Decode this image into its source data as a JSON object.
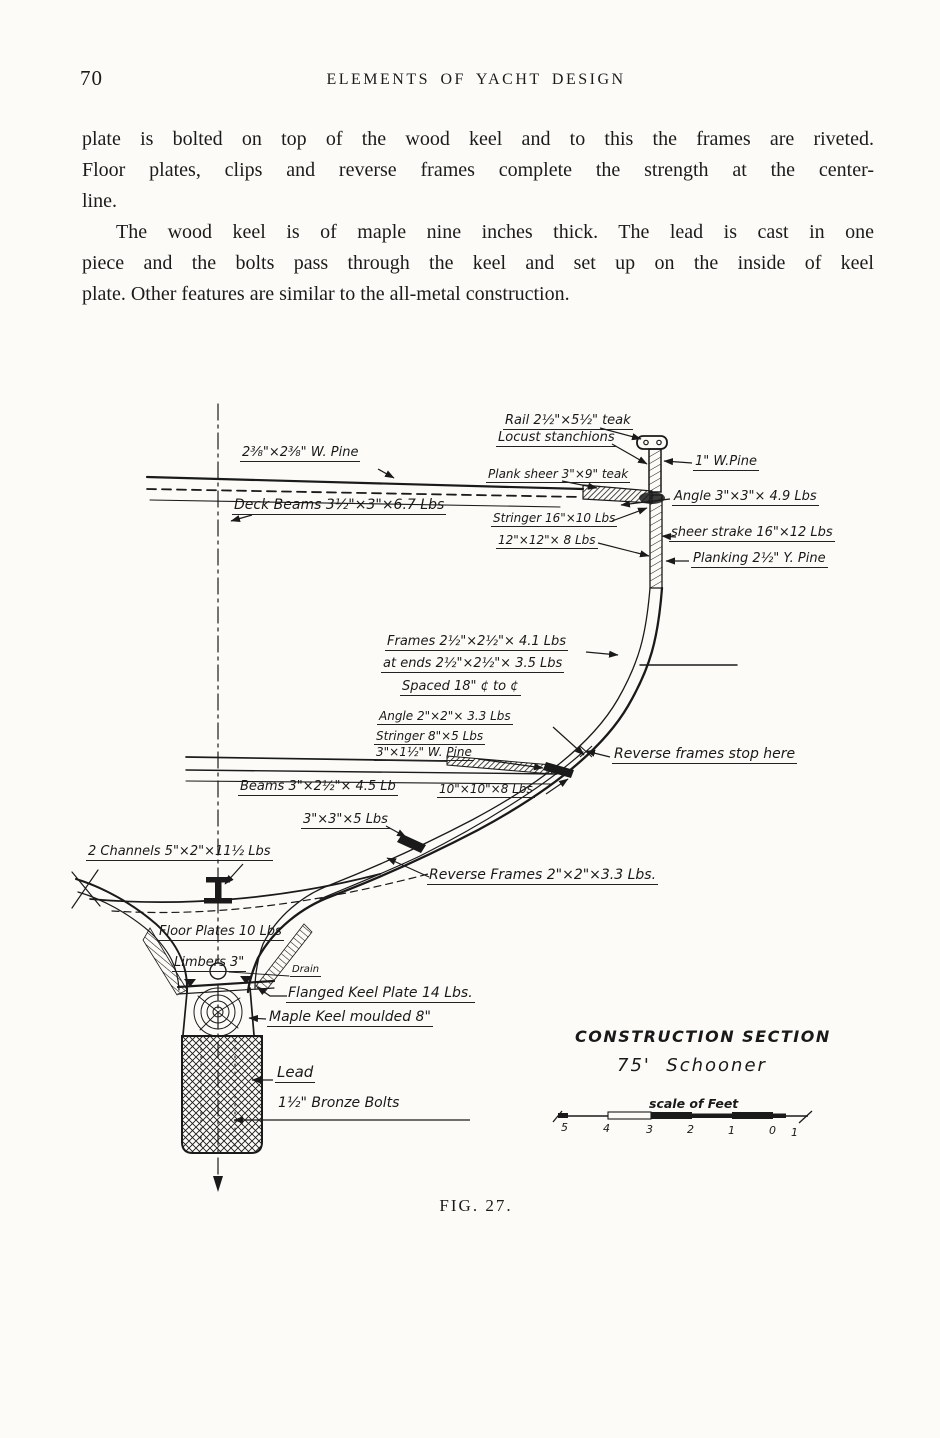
{
  "page": {
    "number": "70",
    "running_header": "ELEMENTS OF YACHT DESIGN",
    "figure_caption": "FIG. 27."
  },
  "body_text": {
    "p1_l1": "plate is bolted on top of the wood keel and to this the frames are riveted.",
    "p1_l2": "Floor plates, clips and reverse frames complete the strength at the center-",
    "p1_l3": "line.",
    "p2_l1": "The wood keel is of maple nine inches thick.  The lead is cast in one",
    "p2_l2": "piece and the bolts pass through the keel and set up on the inside of keel",
    "p2_l3": "plate.  Other features are similar to the all-metal construction."
  },
  "diagram": {
    "title_line1": "CONSTRUCTION SECTION",
    "title_line2": "75'  Schooner",
    "scale": {
      "caption": "scale of Feet",
      "ticks": [
        "5",
        "4",
        "3",
        "2",
        "1",
        "0",
        "1"
      ]
    },
    "labels": {
      "rail": "Rail 2½\"×5½\" teak",
      "stanchions": "Locust stanchions",
      "wpine1": "1\" W.Pine",
      "plank_sheer": "Plank sheer 3\"×9\" teak",
      "angle_deck": "Angle 3\"×3\"× 4.9 Lbs",
      "stringer16": "Stringer 16\"×10 Lbs",
      "stringer12": "12\"×12\"× 8 Lbs",
      "sheer_strake": "sheer strake 16\"×12 Lbs",
      "planking": "Planking 2½\" Y. Pine",
      "wpine_deck": "2⅜\"×2⅜\" W. Pine",
      "deck_beams": "Deck Beams 3½\"×3\"×6.7 Lbs",
      "frames1": "Frames 2½\"×2½\"× 4.1 Lbs",
      "frames2": "at ends 2½\"×2½\"× 3.5 Lbs",
      "frames3": "Spaced 18\" ¢ to ¢",
      "angle2": "Angle 2\"×2\"× 3.3 Lbs",
      "stringer8": "Stringer 8\"×5 Lbs",
      "wpine3": "3\"×1½\" W. Pine",
      "reverse_stop": "Reverse frames stop here",
      "beams": "Beams 3\"×2½\"× 4.5 Lb",
      "beams10": "10\"×10\"×8 Lbs",
      "angle335": "3\"×3\"×5 Lbs",
      "channels": "2 Channels 5\"×2\"×11½ Lbs",
      "reverse_frames": "Reverse Frames 2\"×2\"×3.3 Lbs.",
      "floor_plates": "Floor Plates 10 Lbs",
      "limbers": "Limbers 3\"",
      "drain": "Drain",
      "flanged": "Flanged Keel Plate 14 Lbs.",
      "maple": "Maple Keel moulded 8\"",
      "lead": "Lead",
      "bolts": "1½\" Bronze Bolts"
    }
  }
}
